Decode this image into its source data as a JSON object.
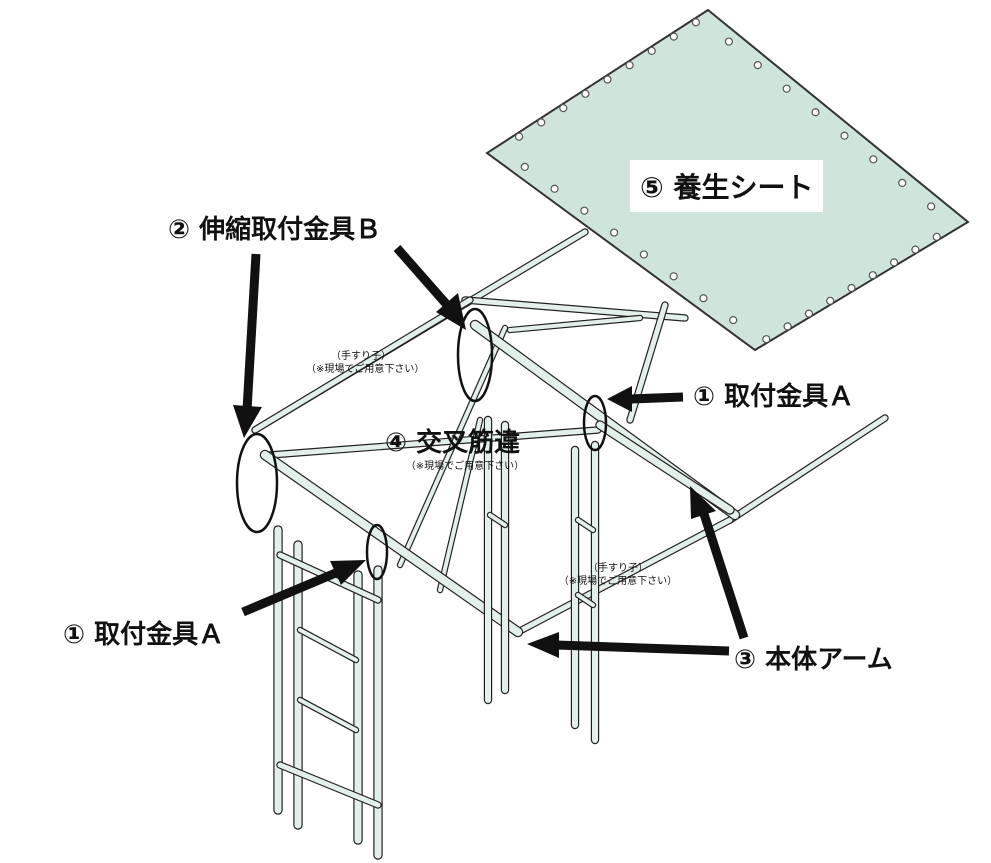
{
  "labels": {
    "sheet": "⑤ 養生シート",
    "fitting_b": "② 伸縮取付金具Ｂ",
    "fitting_a_right": "① 取付金具Ａ",
    "fitting_a_left": "① 取付金具Ａ",
    "cross_brace": "④ 交叉筋違",
    "arm": "③ 本体アーム"
  },
  "notes": {
    "handrail_top_1": "（手すり子）",
    "handrail_top_2": "（※現場でご用意下さい）",
    "brace_note": "（※現場でご用意下さい）",
    "handrail_right_1": "（手すり子）",
    "handrail_right_2": "（※現場でご用意下さい）"
  },
  "colors": {
    "sheet_fill": "#cfe5dc",
    "pipe_fill": "#e3f0ea",
    "outline": "#222222",
    "arrow": "#111111"
  }
}
